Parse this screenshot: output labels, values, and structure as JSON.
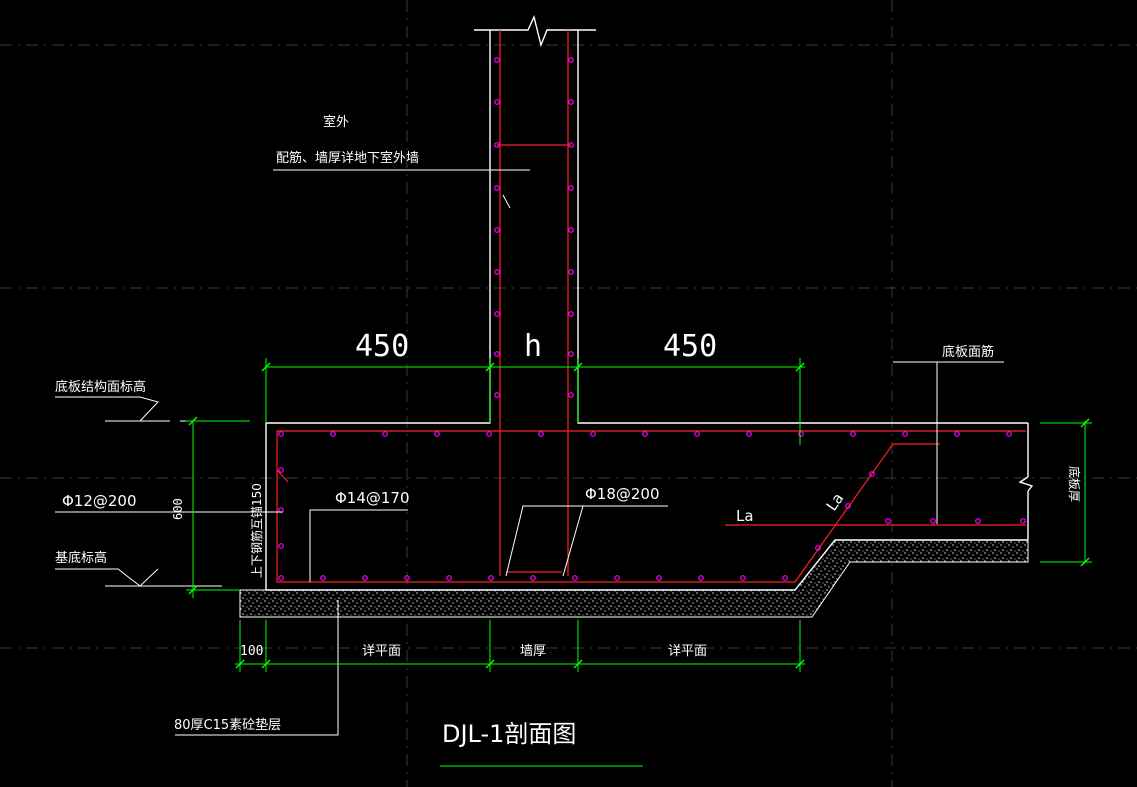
{
  "title": "DJL-1剖面图",
  "labels": {
    "outside": "室外",
    "wall_note": "配筋、墙厚详地下室外墙",
    "slab_top_elev": "底板结构面标高",
    "base_elev": "基底标高",
    "slab_top_bar": "底板面筋",
    "slab_thickness": "底板厚",
    "bottom_bar_left": "Φ12@200",
    "bottom_bar_main": "Φ14@170",
    "wall_bar": "Φ18@200",
    "lap_note": "上下钢筋互锚150",
    "lap_length_1": "La",
    "lap_length_2": "La",
    "cushion": "80厚C15素砼垫层"
  },
  "dimensions": {
    "top_left": "450",
    "top_mid": "h",
    "top_right": "450",
    "height": "600",
    "bot_1": "100",
    "bot_2": "详平面",
    "bot_3": "墙厚",
    "bot_4": "详平面"
  },
  "colors": {
    "background": "#000000",
    "outline": "#ffffff",
    "rebar": "#ff2020",
    "bar_dot": "#ff00ff",
    "dimension": "#00ff00",
    "grid": "#3a3a3a"
  }
}
